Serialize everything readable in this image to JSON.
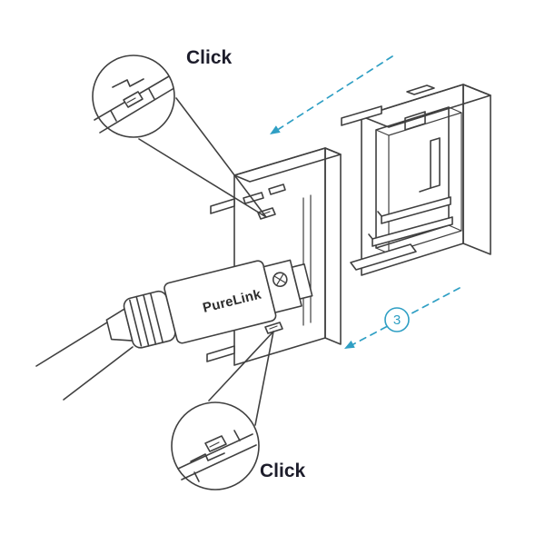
{
  "diagram": {
    "labels": {
      "click_top": "Click",
      "click_bottom": "Click"
    },
    "connector": {
      "brand": "PureLink"
    },
    "step_badge": {
      "number": "3"
    },
    "colors": {
      "line": "#404040",
      "accent": "#2f9fc4",
      "label_text": "#1d1d2b",
      "background": "#ffffff"
    }
  }
}
